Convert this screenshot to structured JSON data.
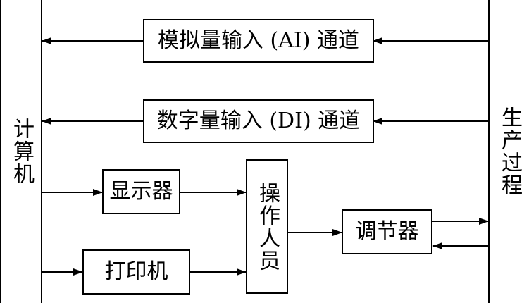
{
  "diagram": {
    "computer": "计算机",
    "process": "生产过程",
    "ai_channel": "模拟量输入 (AI) 通道",
    "di_channel": "数字量输入 (DI) 通道",
    "display": "显示器",
    "printer": "打印机",
    "operator": "操作人员",
    "regulator": "调节器"
  },
  "colors": {
    "line": "#000000",
    "background": "#ffffff"
  }
}
